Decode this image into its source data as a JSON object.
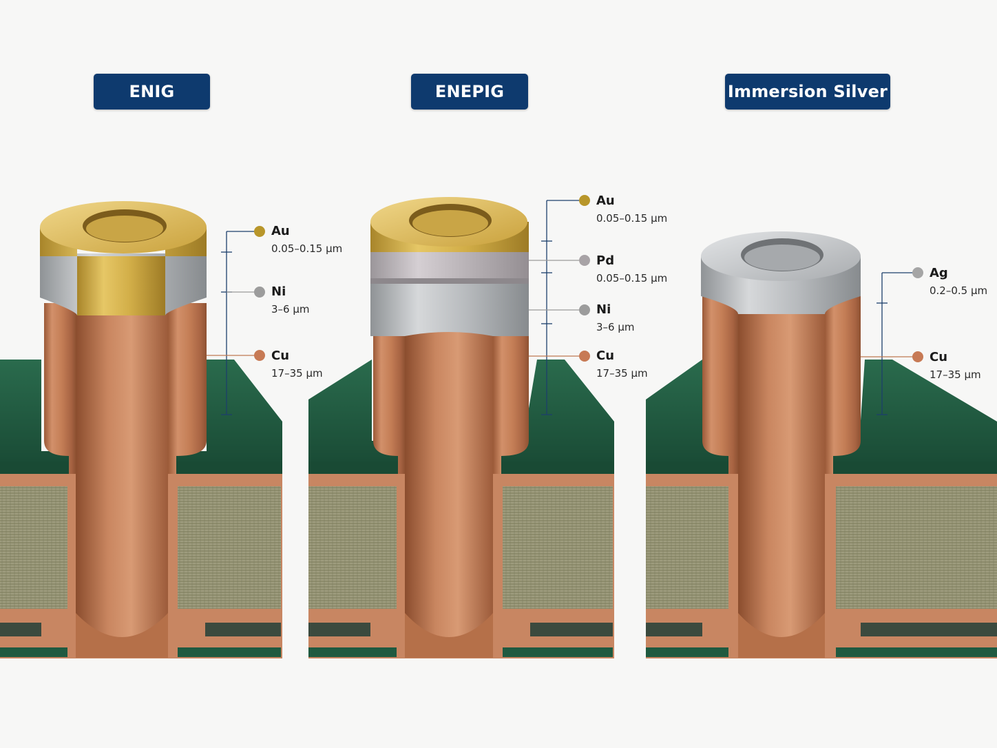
{
  "columns": [
    {
      "title": "ENIG",
      "layers": [
        {
          "element": "Au",
          "thickness": "0.05–0.15 µm",
          "color": "#b8962a"
        },
        {
          "element": "Ni",
          "thickness": "3–6 µm",
          "color": "#9c9c9c"
        },
        {
          "element": "Cu",
          "thickness": "17–35 µm",
          "color": "#c77a55"
        }
      ]
    },
    {
      "title": "ENEPIG",
      "layers": [
        {
          "element": "Au",
          "thickness": "0.05–0.15 µm",
          "color": "#b8962a"
        },
        {
          "element": "Pd",
          "thickness": "0.05–0.15 µm",
          "color": "#a8a3a6"
        },
        {
          "element": "Ni",
          "thickness": "3–6 µm",
          "color": "#9c9c9c"
        },
        {
          "element": "Cu",
          "thickness": "17–35 µm",
          "color": "#c77a55"
        }
      ]
    },
    {
      "title": "Immersion Silver",
      "layers": [
        {
          "element": "Ag",
          "thickness": "0.2–0.5 µm",
          "color": "#a5a5a5"
        },
        {
          "element": "Cu",
          "thickness": "17–35 µm",
          "color": "#c77a55"
        }
      ]
    }
  ],
  "colors": {
    "badge": "#0e3a6e",
    "gold": "#c9a53a",
    "copper": "#c07a52",
    "nickel": "#b9bcbf",
    "silver": "#c4c6c8",
    "soldermask": "#1f5a40",
    "fr4": "#8a8a6a",
    "dimension_line": "#1c3f6b"
  }
}
